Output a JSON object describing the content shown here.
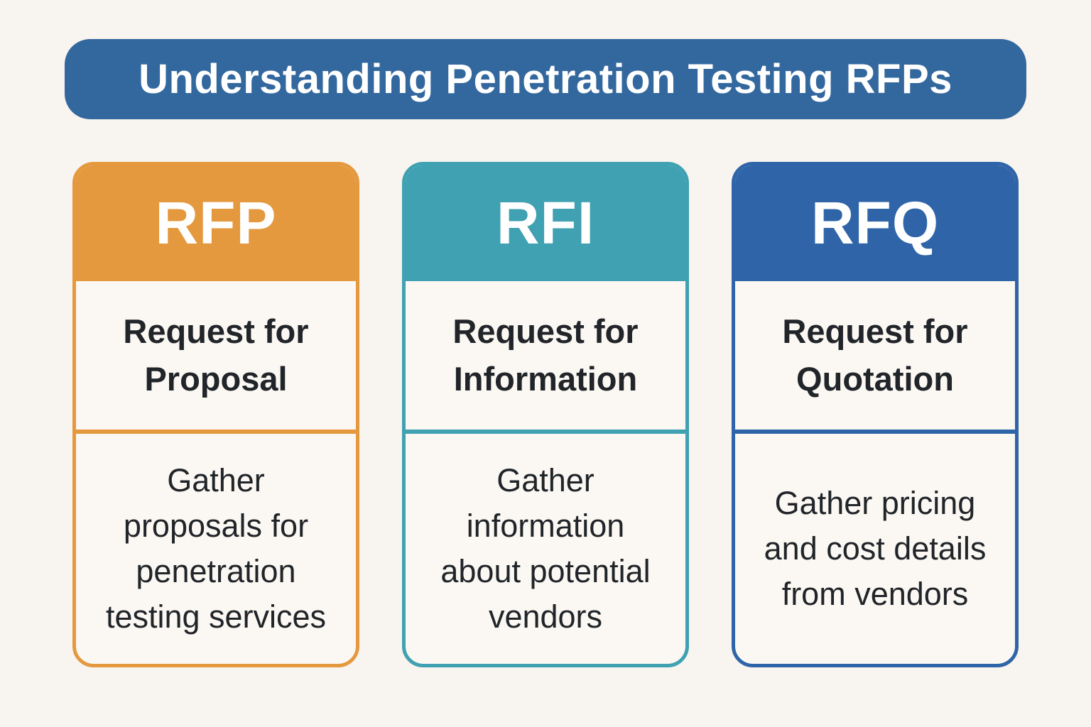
{
  "banner": {
    "title": "Understanding Penetration Testing RFPs",
    "background": "#33689F",
    "text_color": "#FFFFFF"
  },
  "cards": [
    {
      "acronym": "RFP",
      "title": "Request for Proposal",
      "description": "Gather proposals for penetration testing services",
      "accent": "#E5993F"
    },
    {
      "acronym": "RFI",
      "title": "Request for Information",
      "description": "Gather information about potential vendors",
      "accent": "#3FA1B1"
    },
    {
      "acronym": "RFQ",
      "title": "Request for Quotation",
      "description": "Gather pricing and cost details from vendors",
      "accent": "#2F65A8"
    }
  ],
  "colors": {
    "background": "#F8F4EF",
    "card_body": "#FBF8F3",
    "text": "#212529"
  }
}
